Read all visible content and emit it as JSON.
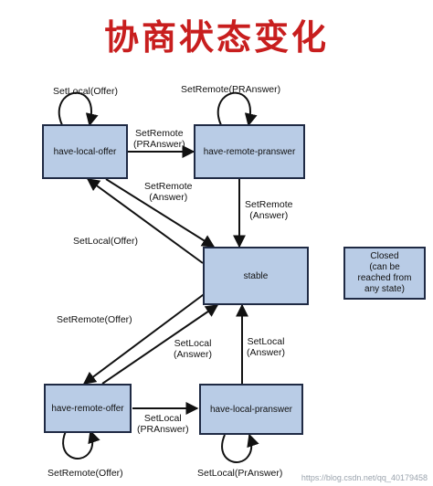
{
  "title": "协商状态变化",
  "states": {
    "have_local_offer": "have-local-offer",
    "have_remote_pranswer": "have-remote-pranswer",
    "stable": "stable",
    "have_remote_offer": "have-remote-offer",
    "have_local_pranswer": "have-local-pranswer",
    "closed": "Closed\n(can be\nreached from\nany state)"
  },
  "transitions": {
    "self_local_offer": "SetLocal(Offer)",
    "self_remote_pranswer": "SetRemote(PRAnswer)",
    "hlo_to_hrp": "SetRemote\n(PRAnswer)",
    "stable_to_hlo": "SetLocal(Offer)",
    "hlo_to_stable": "SetRemote\n(Answer)",
    "hrp_to_stable": "SetRemote\n(Answer)",
    "stable_to_hro": "SetRemote(Offer)",
    "hro_to_stable": "SetLocal\n(Answer)",
    "hro_to_hlp": "SetLocal\n(PRAnswer)",
    "hlp_to_stable": "SetLocal\n(Answer)",
    "self_remote_offer": "SetRemote(Offer)",
    "self_local_pranswer": "SetLocal(PrAnswer)"
  },
  "watermark": "https://blog.csdn.net/qq_40179458",
  "colors": {
    "title": "#c81e1e",
    "node_fill": "#b9cce6",
    "node_border": "#1f2a44"
  }
}
